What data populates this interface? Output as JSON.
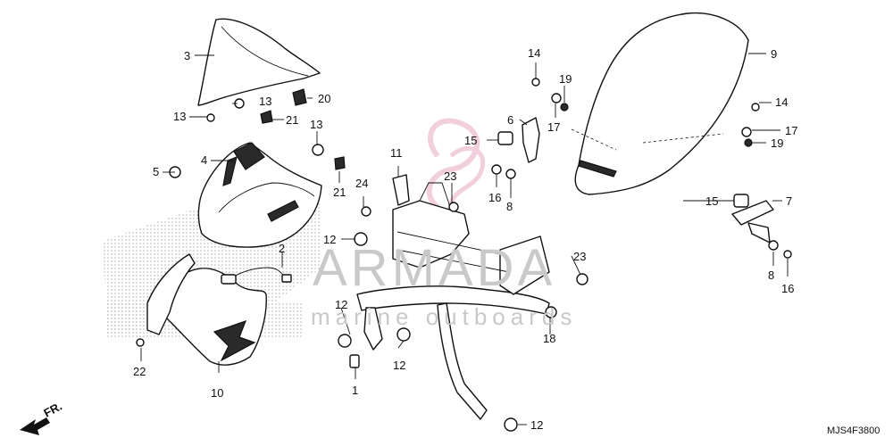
{
  "diagram": {
    "drawing_code": "MJS4F3800",
    "direction_label": "FR.",
    "watermark": {
      "brand": "ARMADA",
      "tagline": "marine outboards",
      "logo": "pink-swirl-logo"
    },
    "callouts": [
      "1",
      "2",
      "3",
      "4",
      "5",
      "6",
      "7",
      "8",
      "8",
      "9",
      "10",
      "11",
      "12",
      "12",
      "12",
      "12",
      "13",
      "13",
      "13",
      "14",
      "14",
      "15",
      "15",
      "16",
      "16",
      "17",
      "17",
      "18",
      "19",
      "19",
      "20",
      "21",
      "21",
      "22",
      "23",
      "23",
      "24"
    ]
  },
  "parts": {
    "1": "1",
    "2": "2",
    "3": "3",
    "4": "4",
    "5": "5",
    "6": "6",
    "7": "7",
    "8": "8",
    "9": "9",
    "10": "10",
    "11": "11",
    "12": "12",
    "13": "13",
    "14": "14",
    "15": "15",
    "16": "16",
    "17": "17",
    "18": "18",
    "19": "19",
    "20": "20",
    "21": "21",
    "22": "22",
    "23": "23",
    "24": "24"
  }
}
